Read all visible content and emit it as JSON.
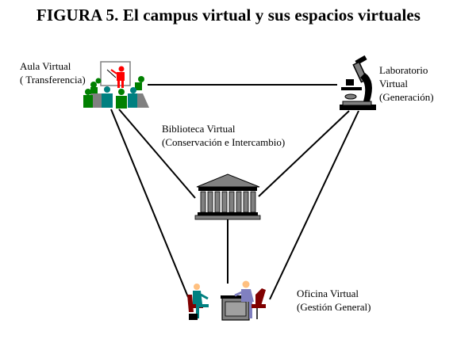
{
  "figure": {
    "title": "FIGURA 5. El campus virtual y sus espacios virtuales"
  },
  "nodes": {
    "aula": {
      "name": "Aula Virtual",
      "subtitle": "( Transferencia)",
      "icon": "classroom-icon"
    },
    "laboratorio": {
      "name_line1": "Laboratorio",
      "name_line2": "Virtual",
      "subtitle": "(Generación)",
      "icon": "microscope-icon"
    },
    "biblioteca": {
      "name": "Biblioteca Virtual",
      "subtitle": "(Conservación e Intercambio)",
      "icon": "library-building-icon"
    },
    "oficina": {
      "name": "Oficina Virtual",
      "subtitle": "(Gestión General)",
      "icon": "office-meeting-icon"
    }
  },
  "colors": {
    "line": "#000000",
    "building": "#808080",
    "teacher": "#ff0000",
    "student_green": "#008000",
    "student_teal": "#008080"
  }
}
